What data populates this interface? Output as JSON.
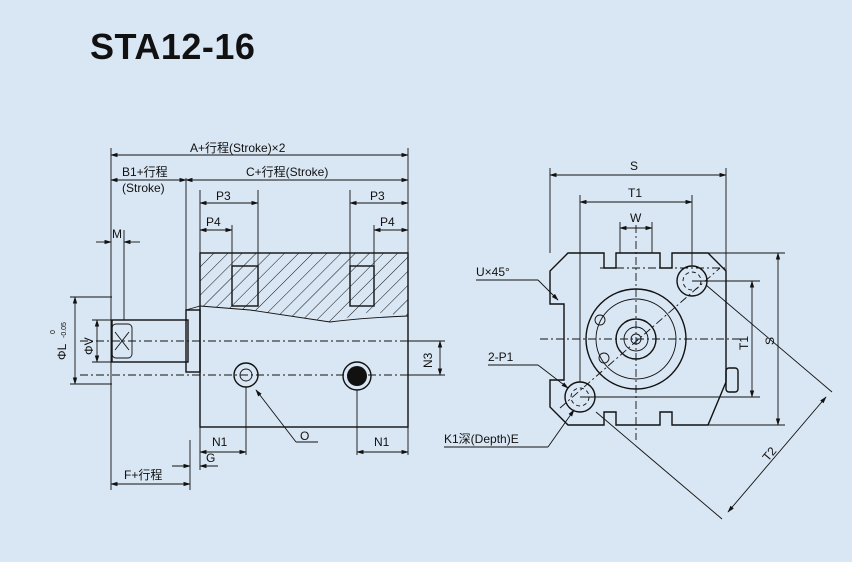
{
  "title": "STA12-16",
  "side_view": {
    "dims": {
      "a_total": "A+行程(Stroke)×2",
      "b1": "B1+行程",
      "b1_stroke": "(Stroke)",
      "c": "C+行程(Stroke)",
      "p3_left": "P3",
      "p3_right": "P3",
      "p4_left": "P4",
      "p4_right": "P4",
      "m": "M",
      "phi_l": "ΦL",
      "tol": "0",
      "tol2": "-0.05",
      "phi_v": "ΦV",
      "n3": "N3",
      "n1_left": "N1",
      "n1_right": "N1",
      "o": "O",
      "g": "G",
      "f": "F+行程"
    }
  },
  "end_view": {
    "dims": {
      "s_top": "S",
      "t1_top": "T1",
      "w": "W",
      "u": "U×45°",
      "p1": "2-P1",
      "k1": "K1深(Depth)E",
      "t1_side": "T1",
      "s_side": "S",
      "t2": "T2"
    }
  }
}
